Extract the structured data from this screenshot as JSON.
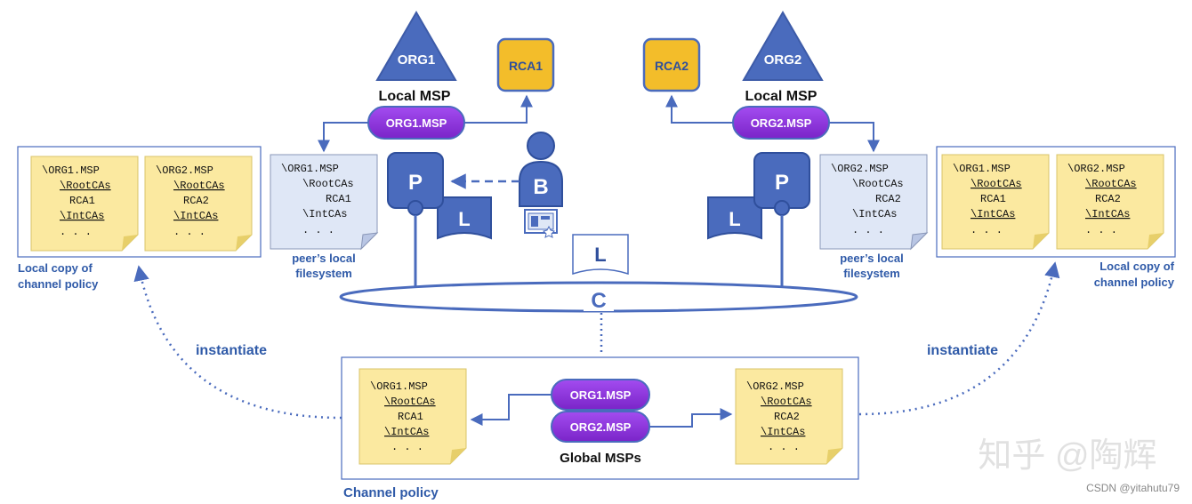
{
  "colors": {
    "blue": "#4a6bbd",
    "dark_blue": "#2f4f9c",
    "purple": "#8a2fd6",
    "purple_dark": "#6a1fb0",
    "gold": "#f3bd2a",
    "note_yellow": "#fbe9a0",
    "note_border": "#d8c46a",
    "note_fold": "#e7cf6a",
    "filesystem_fill": "#dfe7f6",
    "link_blue": "#2f5aa8"
  },
  "org1": {
    "label": "ORG1",
    "local_msp": "Local MSP",
    "msp": "ORG1.MSP",
    "rca": "RCA1"
  },
  "org2": {
    "label": "ORG2",
    "local_msp": "Local MSP",
    "msp": "ORG2.MSP",
    "rca": "RCA2"
  },
  "peer": {
    "label": "P",
    "ledger": "L",
    "client": "B"
  },
  "channel": {
    "label": "C",
    "ledger": "L"
  },
  "notes": {
    "org1_fs": [
      "\\ORG1.MSP",
      "\\RootCAs",
      "RCA1",
      "\\IntCAs",
      ". . ."
    ],
    "org2_fs": [
      "\\ORG2.MSP",
      "\\RootCAs",
      "RCA2",
      "\\IntCAs",
      ". . ."
    ],
    "left_copy_org1": [
      "\\ORG1.MSP",
      "\\RootCAs",
      "RCA1",
      "\\IntCAs",
      ". . ."
    ],
    "left_copy_org2": [
      "\\ORG2.MSP",
      "\\RootCAs",
      "RCA2",
      "\\IntCAs",
      ". . ."
    ],
    "right_copy_org1": [
      "\\ORG1.MSP",
      "\\RootCAs",
      "RCA1",
      "\\IntCAs",
      ". . ."
    ],
    "right_copy_org2": [
      "\\ORG2.MSP",
      "\\RootCAs",
      "RCA2",
      "\\IntCAs",
      ". . ."
    ],
    "policy_org1": [
      "\\ORG1.MSP",
      "\\RootCAs",
      "RCA1",
      "\\IntCAs",
      ". . ."
    ],
    "policy_org2": [
      "\\ORG2.MSP",
      "\\RootCAs",
      "RCA2",
      "\\IntCAs",
      ". . ."
    ]
  },
  "labels": {
    "peer_fs_left": [
      "peer’s local",
      "filesystem"
    ],
    "peer_fs_right": [
      "peer’s local",
      "filesystem"
    ],
    "local_copy_left": [
      "Local copy of",
      "channel policy"
    ],
    "local_copy_right": [
      "Local copy of",
      "channel policy"
    ],
    "instantiate_left": "instantiate",
    "instantiate_right": "instantiate",
    "global_msps": "Global MSPs",
    "channel_policy": "Channel policy"
  },
  "global_msps": [
    "ORG1.MSP",
    "ORG2.MSP"
  ],
  "watermark": {
    "zhihu": "知乎 @陶辉",
    "csdn": "CSDN @yitahutu79"
  }
}
